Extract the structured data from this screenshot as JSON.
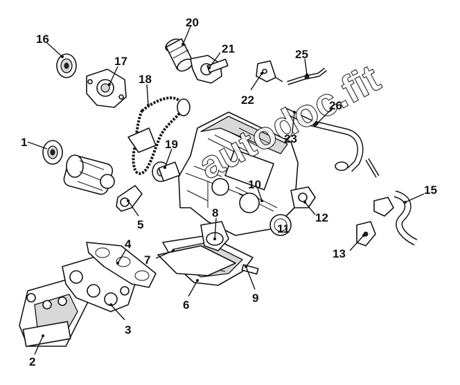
{
  "diagram": {
    "type": "exploded-parts-view",
    "callouts": [
      {
        "id": "c1",
        "label": "1"
      },
      {
        "id": "c2",
        "label": "2"
      },
      {
        "id": "c3",
        "label": "3"
      },
      {
        "id": "c4",
        "label": "4"
      },
      {
        "id": "c5",
        "label": "5"
      },
      {
        "id": "c6",
        "label": "6"
      },
      {
        "id": "c7",
        "label": "7"
      },
      {
        "id": "c8",
        "label": "8"
      },
      {
        "id": "c9",
        "label": "9"
      },
      {
        "id": "c10",
        "label": "10"
      },
      {
        "id": "c11",
        "label": "11"
      },
      {
        "id": "c12",
        "label": "12"
      },
      {
        "id": "c13",
        "label": "13"
      },
      {
        "id": "c14",
        "label": "15"
      },
      {
        "id": "c15",
        "label": "16"
      },
      {
        "id": "c16",
        "label": "17"
      },
      {
        "id": "c17",
        "label": "18"
      },
      {
        "id": "c18",
        "label": "19"
      },
      {
        "id": "c19",
        "label": "20"
      },
      {
        "id": "c20",
        "label": "21"
      },
      {
        "id": "c21",
        "label": "22"
      },
      {
        "id": "c22",
        "label": "23"
      },
      {
        "id": "c23",
        "label": "25"
      },
      {
        "id": "c24",
        "label": "26"
      }
    ],
    "watermark": "autodoc.fit"
  },
  "colors": {
    "ink": "#111111",
    "paper": "#ffffff",
    "shade": "#d8d8d8"
  }
}
